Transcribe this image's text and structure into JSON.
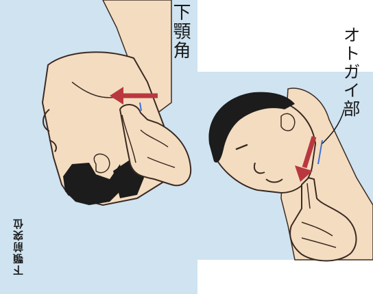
{
  "labels": {
    "mandible_angle": "下顎角",
    "otogai": "オトガイ部",
    "caption": "下顎前突位"
  },
  "colors": {
    "panel_bg": "#cfe3f1",
    "skin": "#f4dcc0",
    "hair": "#1c1c1c",
    "arrow": "#b9383f",
    "outline": "#3a2a22",
    "blue_mark": "#3a6fd8"
  }
}
